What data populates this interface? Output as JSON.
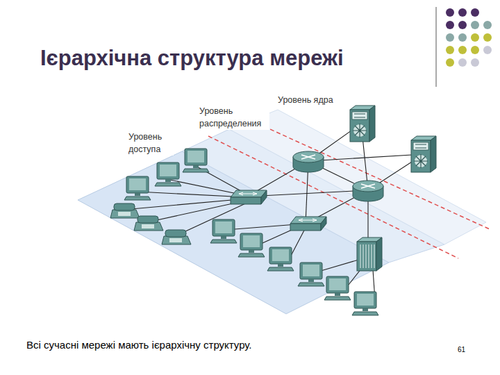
{
  "diagram": {
    "title": "Ієрархічна структура мережі",
    "caption": "Всі сучасні мережі мають ієрархічну структуру.",
    "labels": [
      "Уровень ядра",
      "Уровень распределения",
      "Уровень доступа",
      "61"
    ]
  }
}
